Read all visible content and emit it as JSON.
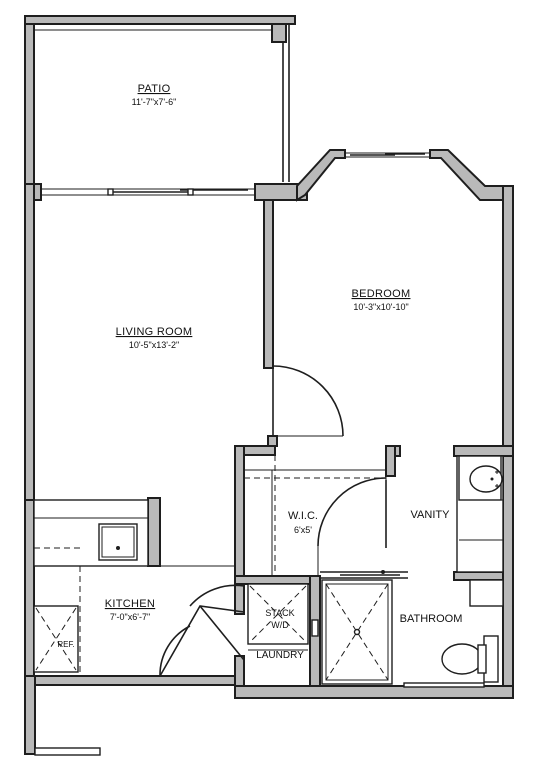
{
  "rooms": {
    "patio": {
      "name": "PATIO",
      "dimensions": "11'-7\"x7'-6\""
    },
    "bedroom": {
      "name": "BEDROOM",
      "dimensions": "10'-3\"x10'-10\""
    },
    "living_room": {
      "name": "LIVING ROOM",
      "dimensions": "10'-5\"x13'-2\""
    },
    "wic": {
      "name": "W.I.C.",
      "dimensions": "6'x5'"
    },
    "vanity": {
      "name": "VANITY"
    },
    "kitchen": {
      "name": "KITCHEN",
      "dimensions": "7'-0\"x6'-7\""
    },
    "bathroom": {
      "name": "BATHROOM"
    },
    "laundry": {
      "name": "LAUNDRY"
    }
  },
  "fixtures": {
    "stack_wd_line1": "STACK",
    "stack_wd_line2": "W/D",
    "refrigerator": "REF."
  }
}
